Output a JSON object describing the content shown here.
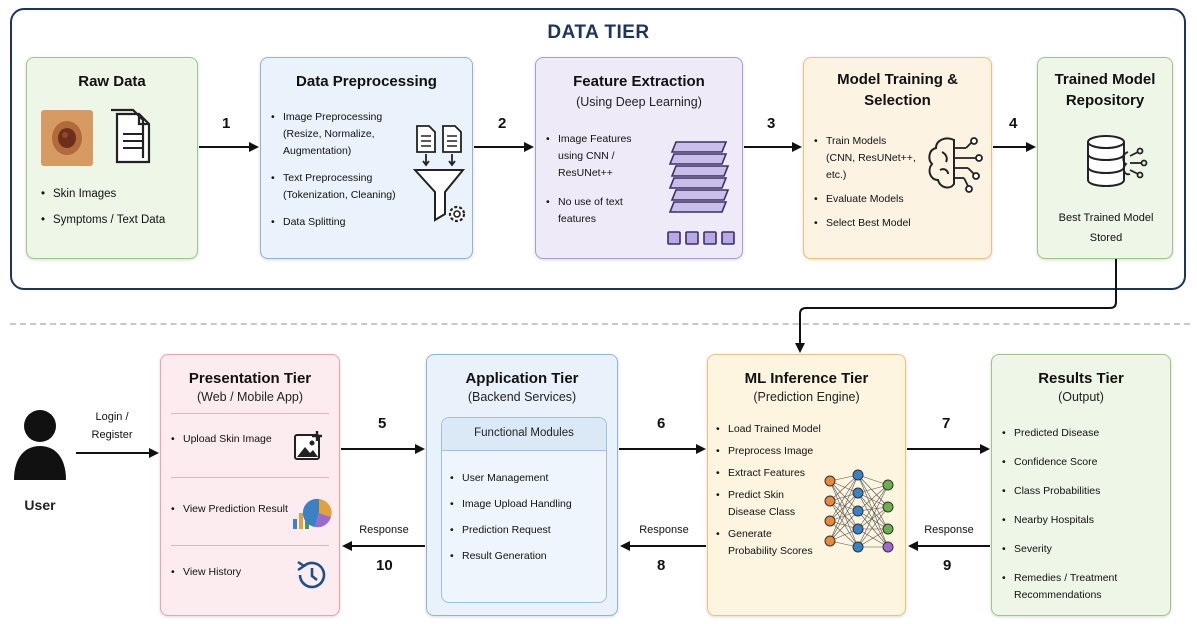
{
  "diagram": {
    "data_tier_title": "DATA TIER",
    "raw_data": {
      "title": "Raw Data",
      "items": [
        "Skin Images",
        "Symptoms / Text Data"
      ]
    },
    "data_preprocessing": {
      "title": "Data Preprocessing",
      "items": [
        {
          "l1": "Image Preprocessing",
          "l2": "(Resize, Normalize,",
          "l3": "Augmentation)"
        },
        {
          "l1": "Text Preprocessing",
          "l2": "(Tokenization, Cleaning)"
        },
        {
          "l1": "Data Splitting"
        }
      ]
    },
    "feature_extraction": {
      "title": "Feature Extraction",
      "subtitle": "(Using Deep Learning)",
      "items": [
        {
          "l1": "Image Features",
          "l2": "using CNN /",
          "l3": "ResUNet++"
        },
        {
          "l1": "No use of text",
          "l2": "features"
        }
      ]
    },
    "model_training": {
      "title_l1": "Model Training &",
      "title_l2": "Selection",
      "items": [
        {
          "l1": "Train Models",
          "l2": "(CNN, ResUNet++,",
          "l3": "etc.)"
        },
        {
          "l1": "Evaluate Models"
        },
        {
          "l1": "Select Best Model"
        }
      ]
    },
    "trained_repo": {
      "title_l1": "Trained Model",
      "title_l2": "Repository",
      "caption_l1": "Best Trained Model",
      "caption_l2": "Stored"
    },
    "presentation_tier": {
      "title": "Presentation Tier",
      "subtitle": "(Web / Mobile App)",
      "items": [
        "Upload Skin Image",
        "View Prediction Result",
        "View History"
      ]
    },
    "application_tier": {
      "title": "Application Tier",
      "subtitle": "(Backend Services)",
      "modules_title": "Functional Modules",
      "items": [
        "User Management",
        "Image Upload Handling",
        "Prediction Request",
        "Result Generation"
      ]
    },
    "ml_inference_tier": {
      "title": "ML Inference Tier",
      "subtitle": "(Prediction Engine)",
      "items": [
        {
          "l1": "Load Trained Model"
        },
        {
          "l1": "Preprocess Image"
        },
        {
          "l1": "Extract Features"
        },
        {
          "l1": "Predict Skin",
          "l2": "Disease Class"
        },
        {
          "l1": "Generate",
          "l2": "Probability Scores"
        }
      ]
    },
    "results_tier": {
      "title": "Results Tier",
      "subtitle": "(Output)",
      "items": [
        {
          "l1": "Predicted Disease"
        },
        {
          "l1": "Confidence Score"
        },
        {
          "l1": "Class Probabilities"
        },
        {
          "l1": "Nearby Hospitals"
        },
        {
          "l1": "Severity"
        },
        {
          "l1": "Remedies / Treatment",
          "l2": "Recommendations"
        }
      ]
    },
    "user": {
      "label": "User",
      "login_l1": "Login /",
      "login_l2": "Register"
    },
    "arrows": {
      "a1": "1",
      "a2": "2",
      "a3": "3",
      "a4": "4",
      "a5": "5",
      "a6": "6",
      "a7": "7",
      "a8": "8",
      "a9": "9",
      "a10": "10",
      "response": "Response"
    },
    "icons": {
      "skin_image": "skin-lesion-icon",
      "document": "document-icon",
      "funnel": "funnel-gear-icon",
      "layers": "feature-layers-icon",
      "brain": "brain-circuit-icon",
      "database": "database-brain-icon",
      "user": "user-silhouette-icon",
      "upload": "image-upload-icon",
      "chart": "pie-bar-chart-icon",
      "history": "history-clock-icon",
      "neural": "neural-network-icon"
    },
    "colors": {
      "frame": "#1d3557",
      "raw_green": "#eef6e8",
      "pre_blue": "#eaf2fb",
      "feat_purple": "#efeaf8",
      "train_orange": "#fdf3e3",
      "pres_pink": "#fcecef",
      "app_blue": "#e9f2fb",
      "ml_yellow": "#fdf5e0",
      "res_green": "#eef6e8"
    }
  }
}
